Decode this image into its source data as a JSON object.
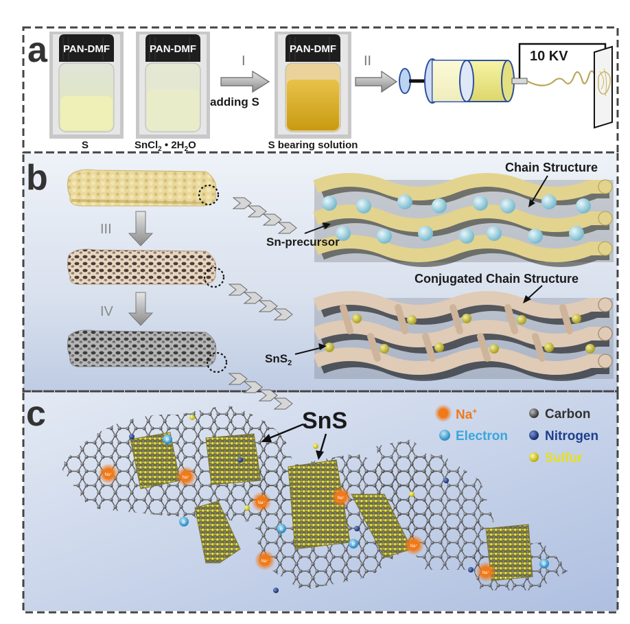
{
  "panels": {
    "a": {
      "letter": "a",
      "vial_cap": "PAN-DMF",
      "vial1_label": "S",
      "vial2_label": "SnCl",
      "vial2_sub1": "2",
      "vial2_mid": " • 2H",
      "vial2_sub2": "2",
      "vial2_end": "O",
      "step1": "I",
      "step1_label": "adding S",
      "vial3_label": "S bearing solution",
      "step2": "II",
      "voltage": "10 KV"
    },
    "b": {
      "letter": "b",
      "step3": "III",
      "step4": "IV",
      "chain_structure": "Chain Structure",
      "sn_precursor": "Sn-precursor",
      "conjugated": "Conjugated Chain Structure",
      "sns2": "SnS",
      "sns2_sub": "2"
    },
    "c": {
      "letter": "c",
      "sns": "SnS",
      "na_ion": "Na",
      "na_sup": "+",
      "na_glyph": "Na⁺",
      "electron": "Electron",
      "e_glyph": "e",
      "carbon": "Carbon",
      "nitrogen": "Nitrogen",
      "sulfur": "Sulfur"
    }
  },
  "colors": {
    "frame": "#444444",
    "panel_b_bg": "#dbe3ef",
    "panel_c_bg": "#c7d4ea",
    "fiber_yellow": "#e8d79a",
    "fiber_beige": "#e2cdb6",
    "fiber_grey": "#a8a8a8",
    "sn_sphere": "#a9d9e6",
    "s_sphere": "#d8cc55",
    "na_orange": "#f07a1a",
    "electron_blue": "#3aa6dc",
    "nitrogen_blue": "#1f3f8c",
    "sulfur_yellow": "#e8e01a",
    "carbon_grey": "#555555"
  }
}
